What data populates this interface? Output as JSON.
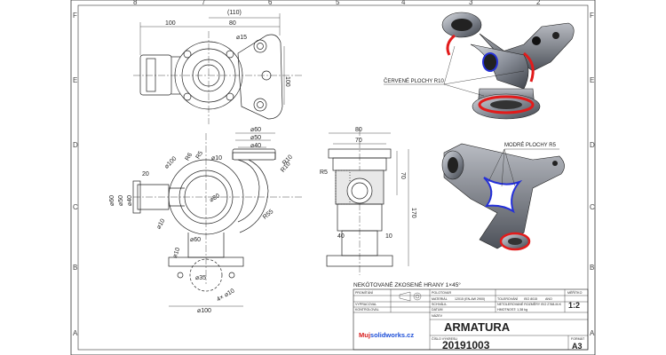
{
  "zones": {
    "cols": [
      "8",
      "7",
      "6",
      "5",
      "4",
      "3",
      "2",
      "1"
    ],
    "rows": [
      "F",
      "E",
      "D",
      "C",
      "B",
      "A"
    ]
  },
  "dims": {
    "d110": "(110)",
    "d80": "80",
    "d100a": "100",
    "d15": "⌀15",
    "d100v": "100",
    "d60": "⌀60",
    "d50": "⌀50",
    "d40": "⌀40",
    "d20": "20",
    "d100c": "⌀100",
    "r6": "R6",
    "r5a": "R5",
    "d10a": "⌀10",
    "d80c": "⌀80",
    "d60s": "⌀60",
    "d50s": "⌀50",
    "d40s": "⌀40",
    "d10b": "⌀10",
    "r55": "R55",
    "r10": "R10",
    "d60b": "⌀60",
    "d10c": "⌀10",
    "d35": "⌀35",
    "d4x10": "4× ⌀10",
    "d100b": "⌀100",
    "s80": "80",
    "s70": "70",
    "s70v": "70",
    "r5b": "R5",
    "r10s": "R10",
    "s170": "170",
    "s40": "40",
    "s10": "10"
  },
  "notes": {
    "red": "ČERVENÉ PLOCHY R10",
    "blue": "MODRÉ PLOCHY R5",
    "chamfer": "NEKÓTOVANÉ ZKOSENÉ HRANY 1×45°"
  },
  "title_block": {
    "promitani": "PROMÍTÁNÍ",
    "polotovar": "POLOTOVAR",
    "material_label": "MATERIÁL",
    "material_value": "12015 (EN-AW 2900)",
    "vypracoval": "VYPRACOVAL",
    "schvalil": "SCHVÁLIL",
    "kontroloval": "KONTROLOVAL",
    "datum": "DATUM",
    "tolerovani": "TOLEROVÁNÍ",
    "tol_value": "ISO 8015",
    "ano": "ANO",
    "netolerovane": "NETOLEROVANÉ ROZMĚRY ISO 2768-M-K",
    "hmotnost": "HMOTNOST: 1,38 kg",
    "meritko_label": "MĚŘÍTKO",
    "meritko": "1:2",
    "nazev_label": "NÁZEV",
    "nazev": "ARMATURA",
    "cislo_label": "ČÍSLO VÝKRESU",
    "cislo": "20191003",
    "format_label": "FORMÁT",
    "format": "A3",
    "logo_pre": "Muj",
    "logo_post": "solidworks.cz"
  }
}
